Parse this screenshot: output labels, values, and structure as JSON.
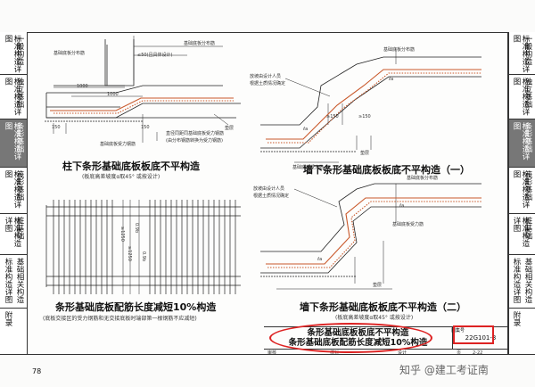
{
  "left_sidebar": [
    {
      "col1": "标准构造详图",
      "col2": "一般构造",
      "h": 48,
      "active": false
    },
    {
      "col1": "标准构造详图",
      "col2": "独立基础",
      "h": 50,
      "active": false
    },
    {
      "col1": "标准构造详图",
      "col2": "条形基础",
      "h": 54,
      "active": true
    },
    {
      "col1": "标准构造详图",
      "col2": "筏形基础",
      "h": 52,
      "active": false
    },
    {
      "col1": "标准构造详图",
      "col2": "桩基础",
      "h": 46,
      "active": false
    },
    {
      "col1": "标准构造详图",
      "col2": "基础相关构造",
      "h": 60,
      "active": false
    },
    {
      "col1": "附录",
      "col2": "",
      "h": 52,
      "active": false
    }
  ],
  "right_sidebar": [
    {
      "col1": "标准构造详图",
      "col2": "一般构造",
      "h": 48,
      "active": false
    },
    {
      "col1": "标准构造详图",
      "col2": "独立基础",
      "h": 50,
      "active": false
    },
    {
      "col1": "标准构造详图",
      "col2": "条形基础",
      "h": 54,
      "active": true
    },
    {
      "col1": "标准构造详图",
      "col2": "筏形基础",
      "h": 52,
      "active": false
    },
    {
      "col1": "标准构造详图",
      "col2": "桩基础",
      "h": 46,
      "active": false
    },
    {
      "col1": "标准构造详图",
      "col2": "基础相关构造",
      "h": 60,
      "active": false
    },
    {
      "col1": "附录",
      "col2": "",
      "h": 52,
      "active": false
    }
  ],
  "diagrams": {
    "d1": {
      "title": "柱下条形基础底板板底不平构造",
      "subtitle": "(板底高差坡度α取45° 或按设计)",
      "labels": [
        "基础底板分布筋",
        "基础底板分布筋",
        "≤50(且具体设计)",
        "1000",
        "1000",
        "150",
        "150",
        "基础底板受力钢筋",
        "直径同距同基础底板受力钢筋",
        "(由分布钢筋转换为受力钢筋)",
        "垫层"
      ]
    },
    "d2": {
      "title": "墙下条形基础底板板底不平构造（一）",
      "labels": [
        "基础底板分布筋",
        "放坡由设计人员",
        "根据土质情况确定",
        "基础底板受力筋",
        "垫层",
        "ℓa",
        "ℓa",
        "≥150",
        "≥150"
      ]
    },
    "d3": {
      "title": "条形基础底板配筋长度减短10%构造",
      "subtitle": "(底板交接区的受力钢筋和无交接底板时端部第一根钢筋不应减短)",
      "labels": [
        "≥1250",
        "≥1250",
        "0.9b",
        "0.9b"
      ]
    },
    "d4": {
      "title": "墙下条形基础底板板底不平构造（二）",
      "subtitle": "(板底高差坡度α取45° 或按设计)",
      "labels": [
        "基础底板分布筋",
        "放坡由设计人员",
        "根据土质情况确定",
        "基础底板受力筋",
        "垫层",
        "ℓa",
        "ℓa"
      ]
    }
  },
  "title_block": {
    "title_line1": "条形基础底板板底不平构造",
    "title_line2": "条形基础底板配筋长度减短10%构造",
    "atlas_label": "图集号",
    "atlas_no": "22G101-3",
    "review": "审核",
    "check": "校对",
    "design": "设计",
    "page_label": "页",
    "page_no": "2-22"
  },
  "page_number": "78",
  "watermark": "知乎 @建工考证南",
  "colors": {
    "highlight": "#d22222",
    "active_tab": "#777777",
    "rebar": "#c9582a"
  }
}
